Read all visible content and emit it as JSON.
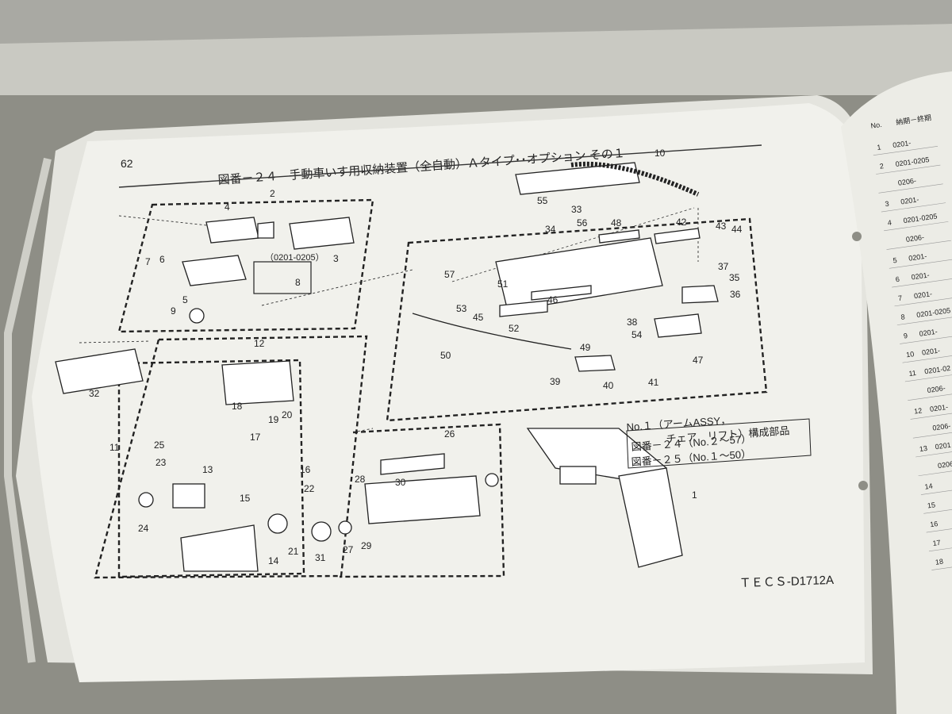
{
  "page": {
    "number": "62",
    "title": "図番－２４　手動車いす用収納装置（全自動）Ａタイプ･･オプション その１",
    "doc_code": "ＴＥＣＳ-D1712A"
  },
  "note": {
    "line1": "No.１（アームASSY，",
    "line2": "チェア　リフト）構成部品",
    "ref1": "図番－２４（No.２～57）",
    "ref2": "図番－２５（No.１～50）"
  },
  "subgroup_label": "（0201-0205）",
  "part_numbers": [
    "1",
    "2",
    "3",
    "4",
    "5",
    "6",
    "7",
    "8",
    "9",
    "10",
    "11",
    "12",
    "13",
    "14",
    "15",
    "16",
    "17",
    "18",
    "19",
    "20",
    "21",
    "22",
    "23",
    "24",
    "25",
    "26",
    "27",
    "28",
    "29",
    "30",
    "31",
    "32",
    "33",
    "34",
    "35",
    "36",
    "37",
    "38",
    "39",
    "40",
    "41",
    "42",
    "43",
    "44",
    "45",
    "46",
    "47",
    "48",
    "49",
    "50",
    "51",
    "52",
    "53",
    "54",
    "55",
    "56",
    "57"
  ],
  "right_page": {
    "header": [
      "No.",
      "納期－終期"
    ],
    "rows": [
      {
        "no": "1",
        "period": "0201-"
      },
      {
        "no": "2",
        "period": "0201-0205"
      },
      {
        "no": "",
        "period": "0206-"
      },
      {
        "no": "3",
        "period": "0201-"
      },
      {
        "no": "4",
        "period": "0201-0205"
      },
      {
        "no": "",
        "period": "0206-"
      },
      {
        "no": "5",
        "period": "0201-"
      },
      {
        "no": "6",
        "period": "0201-"
      },
      {
        "no": "7",
        "period": "0201-"
      },
      {
        "no": "8",
        "period": "0201-0205"
      },
      {
        "no": "9",
        "period": "0201-"
      },
      {
        "no": "10",
        "period": "0201-"
      },
      {
        "no": "11",
        "period": "0201-02"
      },
      {
        "no": "",
        "period": "0206-"
      },
      {
        "no": "12",
        "period": "0201-"
      },
      {
        "no": "",
        "period": "0206-"
      },
      {
        "no": "13",
        "period": "0201"
      },
      {
        "no": "",
        "period": "0206"
      },
      {
        "no": "14",
        "period": ""
      },
      {
        "no": "15",
        "period": ""
      },
      {
        "no": "16",
        "period": ""
      },
      {
        "no": "17",
        "period": ""
      },
      {
        "no": "18",
        "period": ""
      }
    ]
  },
  "colors": {
    "background": "#8e8e86",
    "paper": "#f1f1ec",
    "ink": "#222222"
  }
}
